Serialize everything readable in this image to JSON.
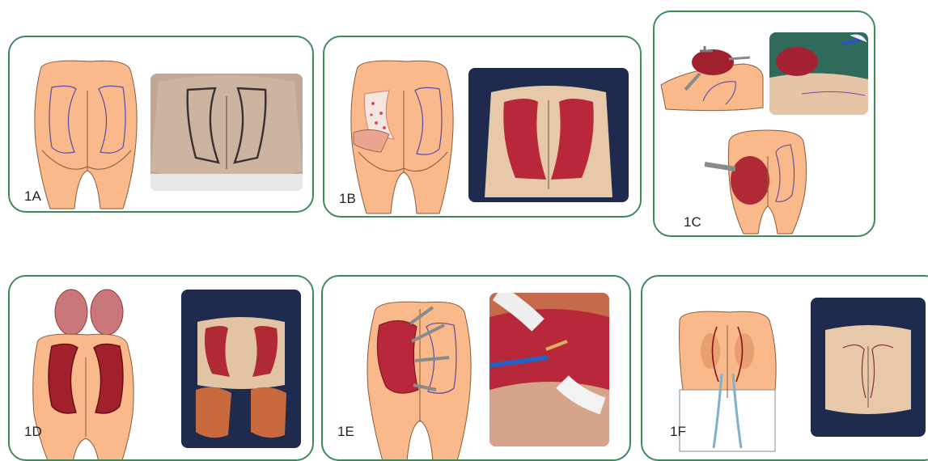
{
  "panels": [
    {
      "label": "1A"
    },
    {
      "label": "1B"
    },
    {
      "label": "1C"
    },
    {
      "label": "1D"
    },
    {
      "label": "1E"
    },
    {
      "label": "1F"
    }
  ],
  "colors": {
    "skin": "#f9b98a",
    "skin_outline": "#8a5a3a",
    "panel_border": "#3d8a5a",
    "marking_line": "#5a4aa8",
    "tissue": "#b8283a",
    "surgical_drape": "#1e2a4e"
  }
}
